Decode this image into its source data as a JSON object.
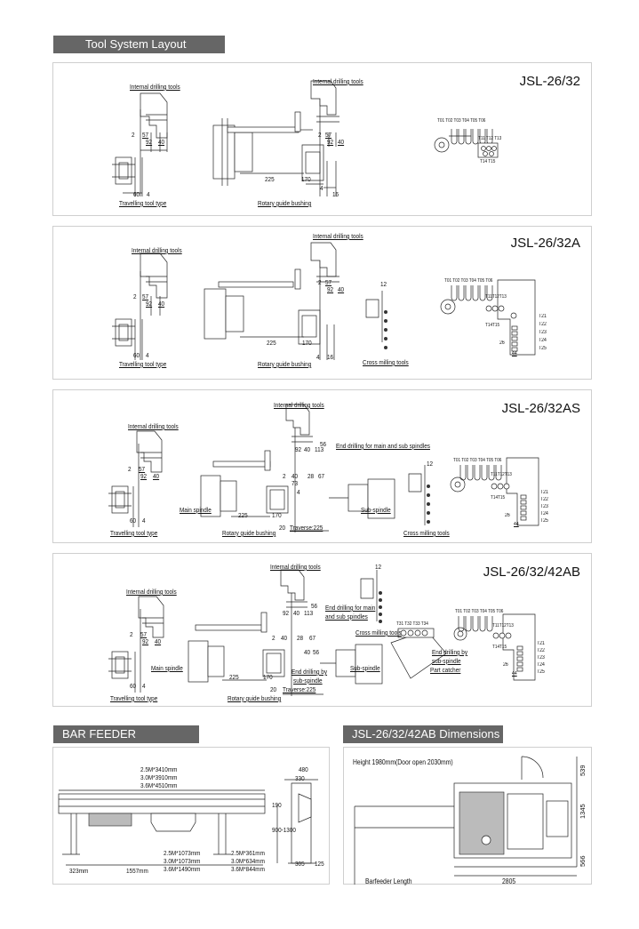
{
  "headers": {
    "layout": "Tool System Layout",
    "bar_feeder": "BAR FEEDER",
    "dimensions": "JSL-26/32/42AB Dimensions"
  },
  "panels": [
    {
      "model": "JSL-26/32",
      "labels": {
        "internal_left": "Internal drilling tools",
        "internal_right": "Internal drilling tools",
        "d2": "2",
        "d57": "57",
        "d92": "92",
        "d40": "40",
        "d2b": "2",
        "d57b": "57",
        "d92b": "92",
        "d40b": "40",
        "d60": "60",
        "d4": "4",
        "d225": "225",
        "d170": "170",
        "d4b": "4",
        "d16": "16",
        "travelling": "Travelling tool type",
        "rotary": "Rotary guide bushing",
        "t_top": "T01 T02 T03 T04 T05 T06",
        "t_mid": "T11 T12 T13",
        "t_bot": "T14 T15"
      }
    },
    {
      "model": "JSL-26/32A",
      "labels": {
        "internal_left": "Internal drilling tools",
        "internal_right": "Internal drilling tools",
        "d2": "2",
        "d57": "57",
        "d92": "92",
        "d40": "40",
        "d2b": "2",
        "d57b": "57",
        "d92b": "92",
        "d40b": "40",
        "d60": "60",
        "d4": "4",
        "d225": "225",
        "d170": "170",
        "d4b": "4",
        "d16": "16",
        "d12": "12",
        "travelling": "Travelling tool type",
        "rotary": "Rotary guide bushing",
        "cross": "Cross milling tools",
        "t_top": "T01 T02 T03 T04 T05 T06",
        "t_mid": "T11T12T13",
        "t_bot": "T14T15",
        "t_side": [
          "T21",
          "T22",
          "T23",
          "T24",
          "T25"
        ],
        "d26": "26",
        "d44": "44"
      }
    },
    {
      "model": "JSL-26/32AS",
      "labels": {
        "internal_left": "Internal drilling tools",
        "internal_right": "Internal drilling tools",
        "end_drill": "End drilling for main and sub spindles",
        "d2": "2",
        "d57": "57",
        "d92": "92",
        "d40": "40",
        "d92b": "92",
        "d40b": "40",
        "d113": "113",
        "d56": "56",
        "d2b": "2",
        "d40c": "40",
        "d73": "73",
        "d28": "28",
        "d67": "67",
        "d4b": "4",
        "d60": "60",
        "d4": "4",
        "d225": "225",
        "d170": "170",
        "d20": "20",
        "traverse": "Traverse:225",
        "d12": "12",
        "main_spindle": "Main spindle",
        "sub_spindle": "Sub-spindle",
        "travelling": "Travelling tool type",
        "rotary": "Rotary guide bushing",
        "cross": "Cross milling tools",
        "t_top": "T01 T02 T03 T04 T05 T06",
        "t_mid": "T11T12T13",
        "t_bot": "T14T15",
        "t_side": [
          "T21",
          "T22",
          "T23",
          "T24",
          "T25"
        ],
        "d26": "26",
        "d44": "44"
      }
    },
    {
      "model": "JSL-26/32/42AB",
      "labels": {
        "internal_left": "Internal drilling tools",
        "internal_right": "Internal drilling tools",
        "end_drill_a": "End drilling for main",
        "end_drill_b": "and sub spindles",
        "d2": "2",
        "d57": "57",
        "d92": "92",
        "d40": "40",
        "d92b": "92",
        "d40b": "40",
        "d113": "113",
        "d56": "56",
        "d2b": "2",
        "d40c": "40",
        "d28": "28",
        "d67": "67",
        "d40d": "40",
        "d56b": "56",
        "d60": "60",
        "d4": "4",
        "d225": "225",
        "d170": "170",
        "d20": "20",
        "traverse": "Traverse:225",
        "d12": "12",
        "main_spindle": "Main spindle",
        "sub_spindle": "Sub-spindle",
        "travelling": "Travelling tool type",
        "rotary": "Rotary guide bushing",
        "cross": "Cross milling tools",
        "end_sub_a": "End drilling by",
        "end_sub_b": "sub-spindle",
        "end_sub2_a": "End drilling by",
        "end_sub2_b": "sub-spindle",
        "catcher": "Part catcher",
        "t_box": "T31 T32 T33 T34",
        "t_top": "T01 T02 T03 T04 T05 T06",
        "t_mid": "T11T12T13",
        "t_bot": "T14T15",
        "t_side": [
          "T21",
          "T22",
          "T23",
          "T24",
          "T25"
        ],
        "d26": "26",
        "d44": "44"
      }
    }
  ],
  "bar_feeder": {
    "lengths": [
      "2.5M*3410mm",
      "3.0M*3910mm",
      "3.6M*4510mm"
    ],
    "under_a": [
      "2.5M*1073mm",
      "3.0M*1073mm",
      "3.6M*1490mm"
    ],
    "under_b": [
      "2.5M*361mm",
      "3.0M*634mm",
      "3.6M*844mm"
    ],
    "d323": "323mm",
    "d1557": "1557mm",
    "d480": "480",
    "d330": "330",
    "d190": "190",
    "d900": "900-1300",
    "d305": "305",
    "d125": "125"
  },
  "dimensions": {
    "height": "Height 1980mm(Door open 2030mm)",
    "d539": "539",
    "d1345": "1345",
    "d566": "566",
    "d2805": "2805",
    "barfeeder": "Barfeeder Length"
  }
}
